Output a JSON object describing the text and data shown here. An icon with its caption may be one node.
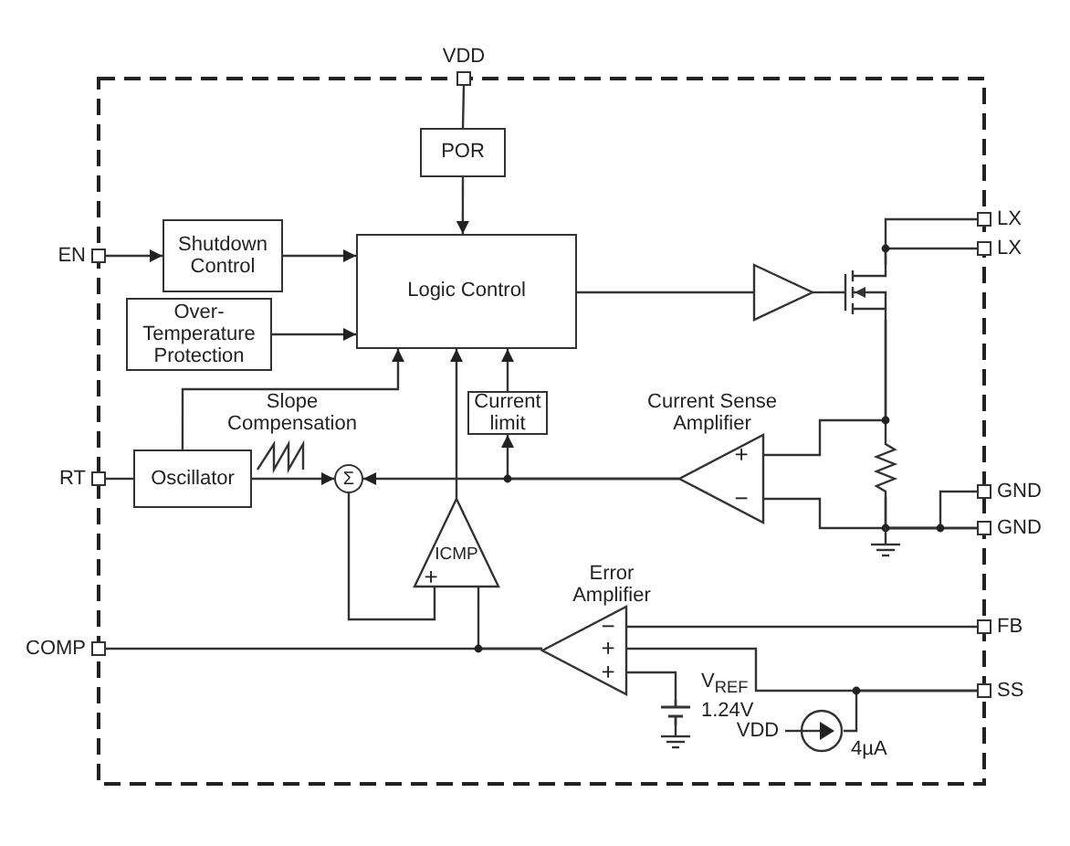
{
  "diagram": {
    "nodes": [
      {
        "text": [
          "VDD"
        ]
      },
      {
        "text": [
          "POR"
        ]
      },
      {
        "text": [
          "EN"
        ]
      },
      {
        "text": [
          "Shutdown Control"
        ]
      },
      {
        "text": [
          "Over- Temperature Protection"
        ]
      },
      {
        "text": [
          "Logic Control"
        ]
      },
      {
        "text": [
          "Current limit"
        ]
      },
      {
        "text": [
          "Oscillator"
        ]
      },
      {
        "text": [
          "RT"
        ]
      },
      {
        "text": [
          "Σ"
        ]
      },
      {
        "text": [
          "ICMP",
          "+"
        ]
      },
      {
        "text": [],
        "shape": "triangle"
      },
      {
        "text": [],
        "shape": "transistor"
      },
      {
        "text": [
          "LX"
        ]
      },
      {
        "text": [
          "LX"
        ]
      },
      {
        "text": [
          "Current Sense Amplifier",
          "+",
          "−"
        ]
      },
      {
        "text": [],
        "shape": "resistor"
      },
      {
        "text": [
          "GND"
        ]
      },
      {
        "text": [
          "GND"
        ]
      },
      {
        "text": [
          "Error Amplifier",
          "−",
          "+",
          "+"
        ]
      },
      {
        "text": [
          "COMP"
        ]
      },
      {
        "text": [
          "FB"
        ]
      },
      {
        "text": [
          "SS"
        ]
      },
      {
        "text": [],
        "shape": "battery",
        "beside": [
          "V$_{REF}$",
          "1.24V"
        ]
      },
      {
        "text": [],
        "shape": "circle",
        "beside": [
          "4µA"
        ]
      },
      {
        "text": [
          "VDD"
        ]
      }
    ],
    "edges": [
      {
        "from": 0,
        "to": 1,
        "arrow": "none"
      },
      {
        "from": 1,
        "to": 5,
        "arrow": "to"
      },
      {
        "from": 2,
        "to": 3,
        "arrow": "to"
      },
      {
        "from": 3,
        "to": 5,
        "arrow": "to"
      },
      {
        "from": 4,
        "to": 5,
        "arrow": "to"
      },
      {
        "from": 7,
        "to": 5,
        "arrow": "to"
      },
      {
        "from": 6,
        "to": 5,
        "arrow": "to"
      },
      {
        "from": 8,
        "to": 7,
        "arrow": "none"
      },
      {
        "from": 7,
        "to": 9,
        "arrow": "to"
      },
      {
        "from": 10,
        "to": 5,
        "arrow": "to"
      },
      {
        "from": 15,
        "to": 9,
        "arrow": "to"
      },
      {
        "from": 15,
        "to": 6,
        "arrow": "to"
      },
      {
        "from": 9,
        "to": 10,
        "arrow": "none"
      },
      {
        "from": 19,
        "to": 10,
        "arrow": "none"
      },
      {
        "from": 19,
        "to": 20,
        "arrow": "none"
      },
      {
        "from": 5,
        "to": 11,
        "arrow": "none"
      },
      {
        "from": 11,
        "to": 12,
        "arrow": "none"
      },
      {
        "from": 12,
        "to": 13,
        "arrow": "none"
      },
      {
        "from": 12,
        "to": 14,
        "arrow": "none"
      },
      {
        "from": 12,
        "to": 16,
        "arrow": "none"
      },
      {
        "from": 12,
        "to": 15,
        "arrow": "none"
      },
      {
        "from": 16,
        "to": 17,
        "arrow": "none"
      },
      {
        "from": 16,
        "to": 18,
        "arrow": "none"
      },
      {
        "from": 15,
        "to": 18,
        "arrow": "none"
      },
      {
        "from": 21,
        "to": 19,
        "arrow": "none"
      },
      {
        "from": 22,
        "to": 19,
        "arrow": "none"
      },
      {
        "from": 23,
        "to": 19,
        "arrow": "none"
      },
      {
        "from": 25,
        "to": 24,
        "arrow": "none"
      },
      {
        "from": 24,
        "to": 22,
        "arrow": "none"
      }
    ],
    "labels": [
      "Slope Compensation"
    ]
  }
}
